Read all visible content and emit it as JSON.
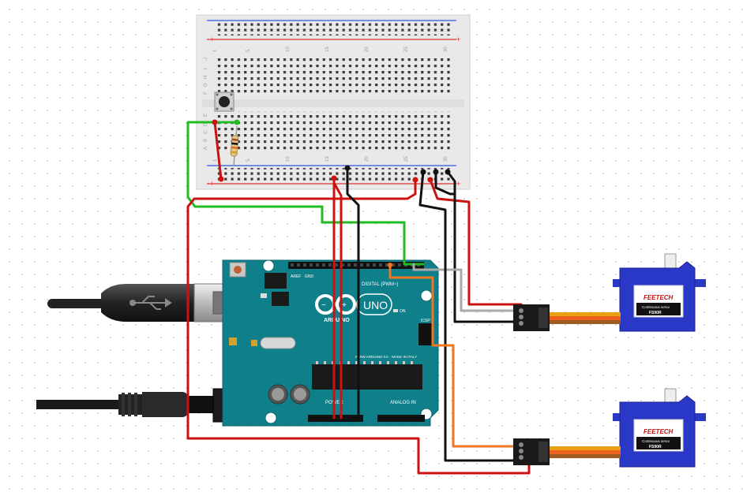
{
  "breadboard": {
    "row_letters_top": [
      "J",
      "I",
      "H",
      "G",
      "F"
    ],
    "row_letters_bottom": [
      "E",
      "D",
      "C",
      "B",
      "A"
    ],
    "column_numbers": [
      "1",
      "5",
      "10",
      "15",
      "20",
      "25",
      "30"
    ],
    "rail_plus": "+",
    "rail_minus": "−"
  },
  "arduino": {
    "logo_text": "UNO",
    "brand_text": "ARDUINO",
    "digital_label": "DIGITAL (PWM~)",
    "power_label": "POWER",
    "analog_label": "ANALOG IN",
    "url_text": "WWW.ARDUINO.CC - MADE IN ITALY",
    "icsp_label": "ICSP",
    "on_label": "ON",
    "aref_label": "AREF",
    "gnd_label": "GND"
  },
  "servos": [
    {
      "brand": "FEETECH",
      "line1": "Continuous servo",
      "model": "FS90R"
    },
    {
      "brand": "FEETECH",
      "line1": "Continuous servo",
      "model": "FS90R"
    }
  ],
  "colors": {
    "wire_red": "#cc1111",
    "wire_black": "#111111",
    "wire_green": "#22bb22",
    "wire_orange": "#ee7722",
    "wire_gray": "#aaaaaa",
    "arduino_board": "#0f7f8a",
    "servo_body": "#2a38c8"
  }
}
